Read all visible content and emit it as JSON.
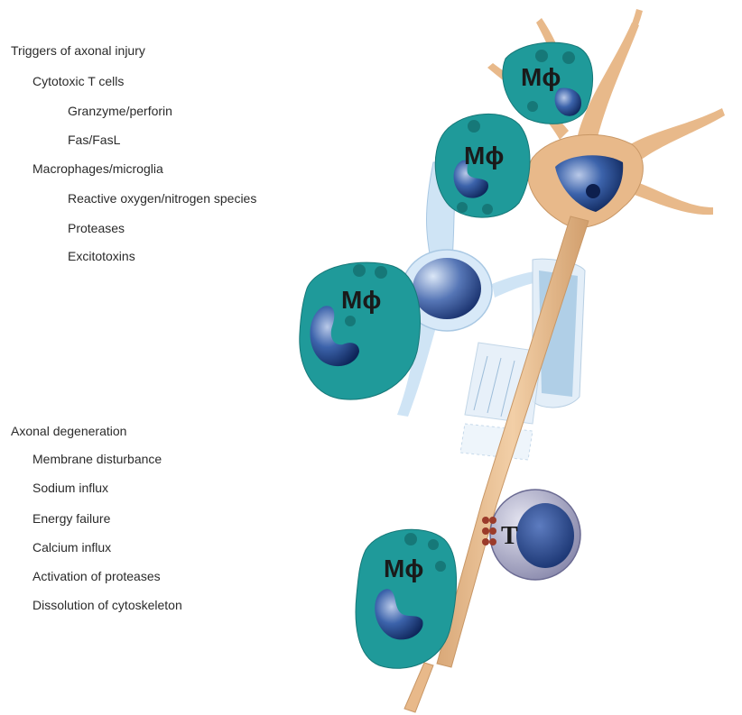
{
  "triggers": {
    "heading": "Triggers of axonal injury",
    "t_cells": "Cytotoxic T cells",
    "granzyme": "Granzyme/perforin",
    "fas": "Fas/FasL",
    "macrophages": "Macrophages/microglia",
    "ros": "Reactive oxygen/nitrogen species",
    "proteases": "Proteases",
    "excitotoxins": "Excitotoxins"
  },
  "degeneration": {
    "heading": "Axonal degeneration",
    "items": [
      "Membrane disturbance",
      "Sodium influx",
      "Energy failure",
      "Calcium influx",
      "Activation of proteases",
      "Dissolution of cytoskeleton"
    ]
  },
  "labels": {
    "macrophage": "Mϕ",
    "t_cell": "T"
  },
  "colors": {
    "neuron": "#e8b98a",
    "macrophage": "#1f9a9a",
    "nucleus": "#1c3f86",
    "oligodendrocyte": "#cfe4f5",
    "t_cell": "#a9a9c8",
    "receptor": "#9b3b2a"
  }
}
